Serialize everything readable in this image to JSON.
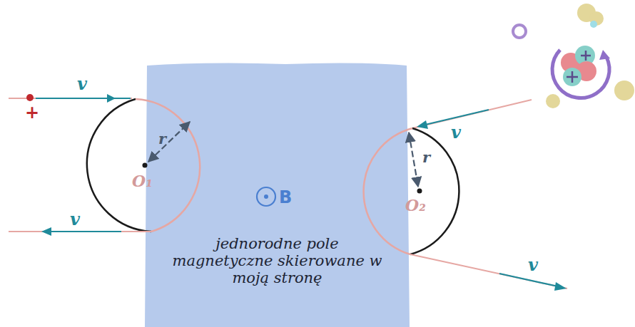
{
  "diagram": {
    "nodes": [
      {
        "text": [
          "jednorodne pole magnetyczne skierowane w moją stronę"
        ]
      }
    ],
    "labels": [
      "+",
      "v",
      "v",
      "r",
      "r",
      "O₁",
      "B",
      "O₂",
      "v",
      "v"
    ]
  }
}
